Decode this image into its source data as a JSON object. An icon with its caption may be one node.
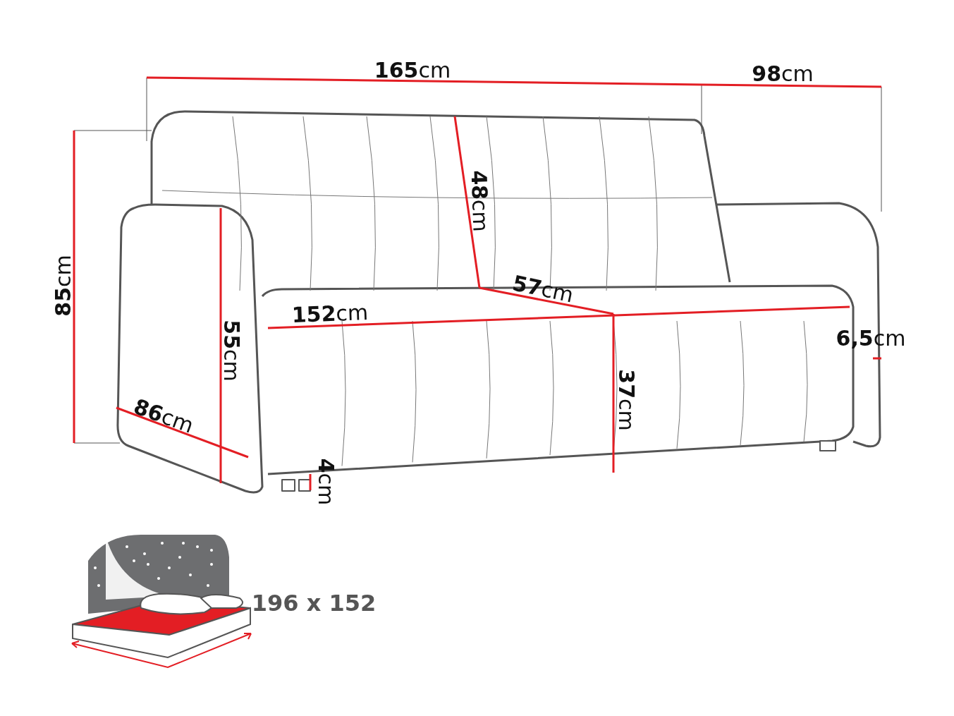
{
  "diagram": {
    "labels": [
      "**165**cm",
      "**98**cm",
      "**85**cm",
      "**48**cm",
      "**57**cm",
      "**152**cm",
      "**55**cm",
      "**86**cm",
      "**37**cm",
      "**6,5**cm",
      "**4**cm",
      "196 x 152"
    ]
  }
}
